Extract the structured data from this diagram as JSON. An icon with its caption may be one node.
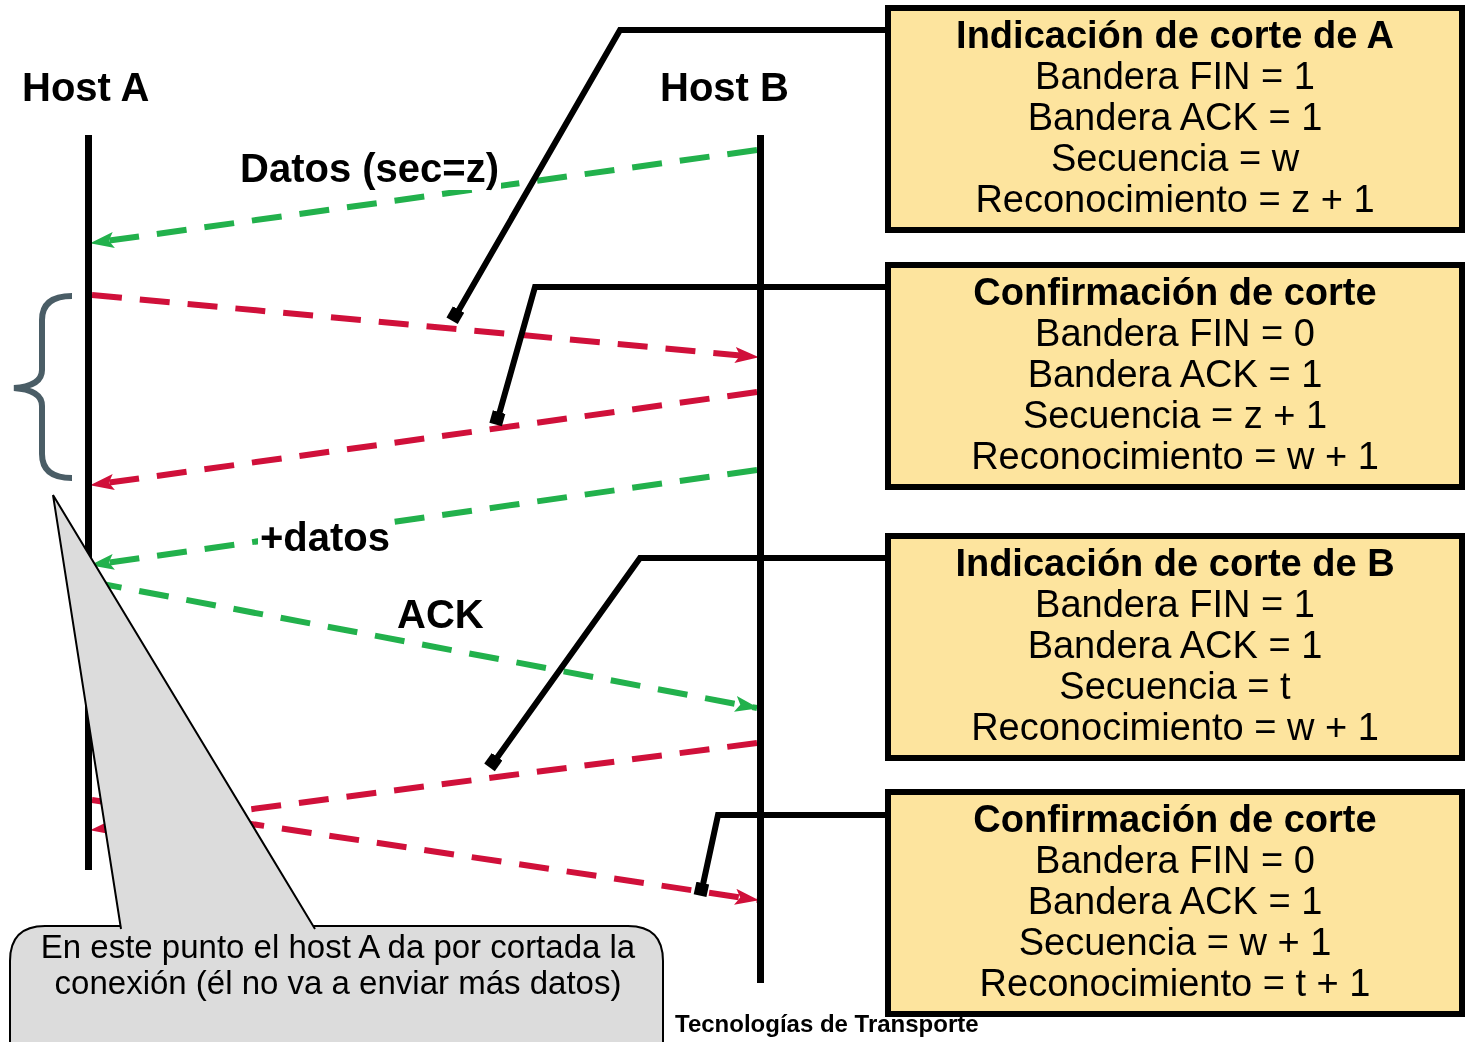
{
  "diagram": {
    "caption": "Tecnologías de Transporte",
    "nodes": [
      {
        "text": [
          "Host A"
        ]
      },
      {
        "text": [
          "Host B"
        ]
      },
      {
        "text": [
          "Indicación de corte de A",
          "Bandera FIN = 1",
          "Bandera ACK = 1",
          "Secuencia = w",
          "Reconocimiento = z + 1"
        ]
      },
      {
        "text": [
          "Confirmación de corte",
          "Bandera FIN = 0",
          "Bandera ACK = 1",
          "Secuencia = z + 1",
          "Reconocimiento = w + 1"
        ]
      },
      {
        "text": [
          "Indicación de corte de B",
          "Bandera FIN = 1",
          "Bandera ACK = 1",
          "Secuencia = t",
          "Reconocimiento = w + 1"
        ]
      },
      {
        "text": [
          "Confirmación de corte",
          "Bandera FIN = 0",
          "Bandera ACK = 1",
          "Secuencia = w + 1",
          "Reconocimiento = t + 1"
        ]
      },
      {
        "text": [
          "En este punto el host A da por cortada la conexión (él no va a enviar más datos)"
        ]
      }
    ],
    "edges": [
      {
        "from": 1,
        "to": 0,
        "arrow": "to",
        "label": "Datos (sec=z)",
        "style": "dashed",
        "color": "#22b14c"
      },
      {
        "from": 0,
        "to": 1,
        "arrow": "to",
        "style": "dashed"
      },
      {
        "from": 1,
        "to": 0,
        "arrow": "to",
        "style": "dashed"
      },
      {
        "from": 1,
        "to": 0,
        "arrow": "to",
        "label": "+datos",
        "style": "dashed",
        "color": "#22b14c"
      },
      {
        "from": 0,
        "to": 1,
        "arrow": "to",
        "label": "ACK",
        "style": "dashed",
        "color": "#22b14c"
      },
      {
        "from": 1,
        "to": 0,
        "arrow": "to",
        "style": "dashed"
      },
      {
        "from": 0,
        "to": 1,
        "arrow": "to",
        "style": "dashed"
      },
      {
        "from": 2,
        "to": null,
        "arrow": "other",
        "color": "#000000"
      },
      {
        "from": 3,
        "to": null,
        "arrow": "other",
        "color": "#000000"
      },
      {
        "from": 4,
        "to": null,
        "arrow": "other",
        "color": "#000000"
      },
      {
        "from": 5,
        "to": null,
        "arrow": "other",
        "color": "#000000"
      }
    ]
  }
}
